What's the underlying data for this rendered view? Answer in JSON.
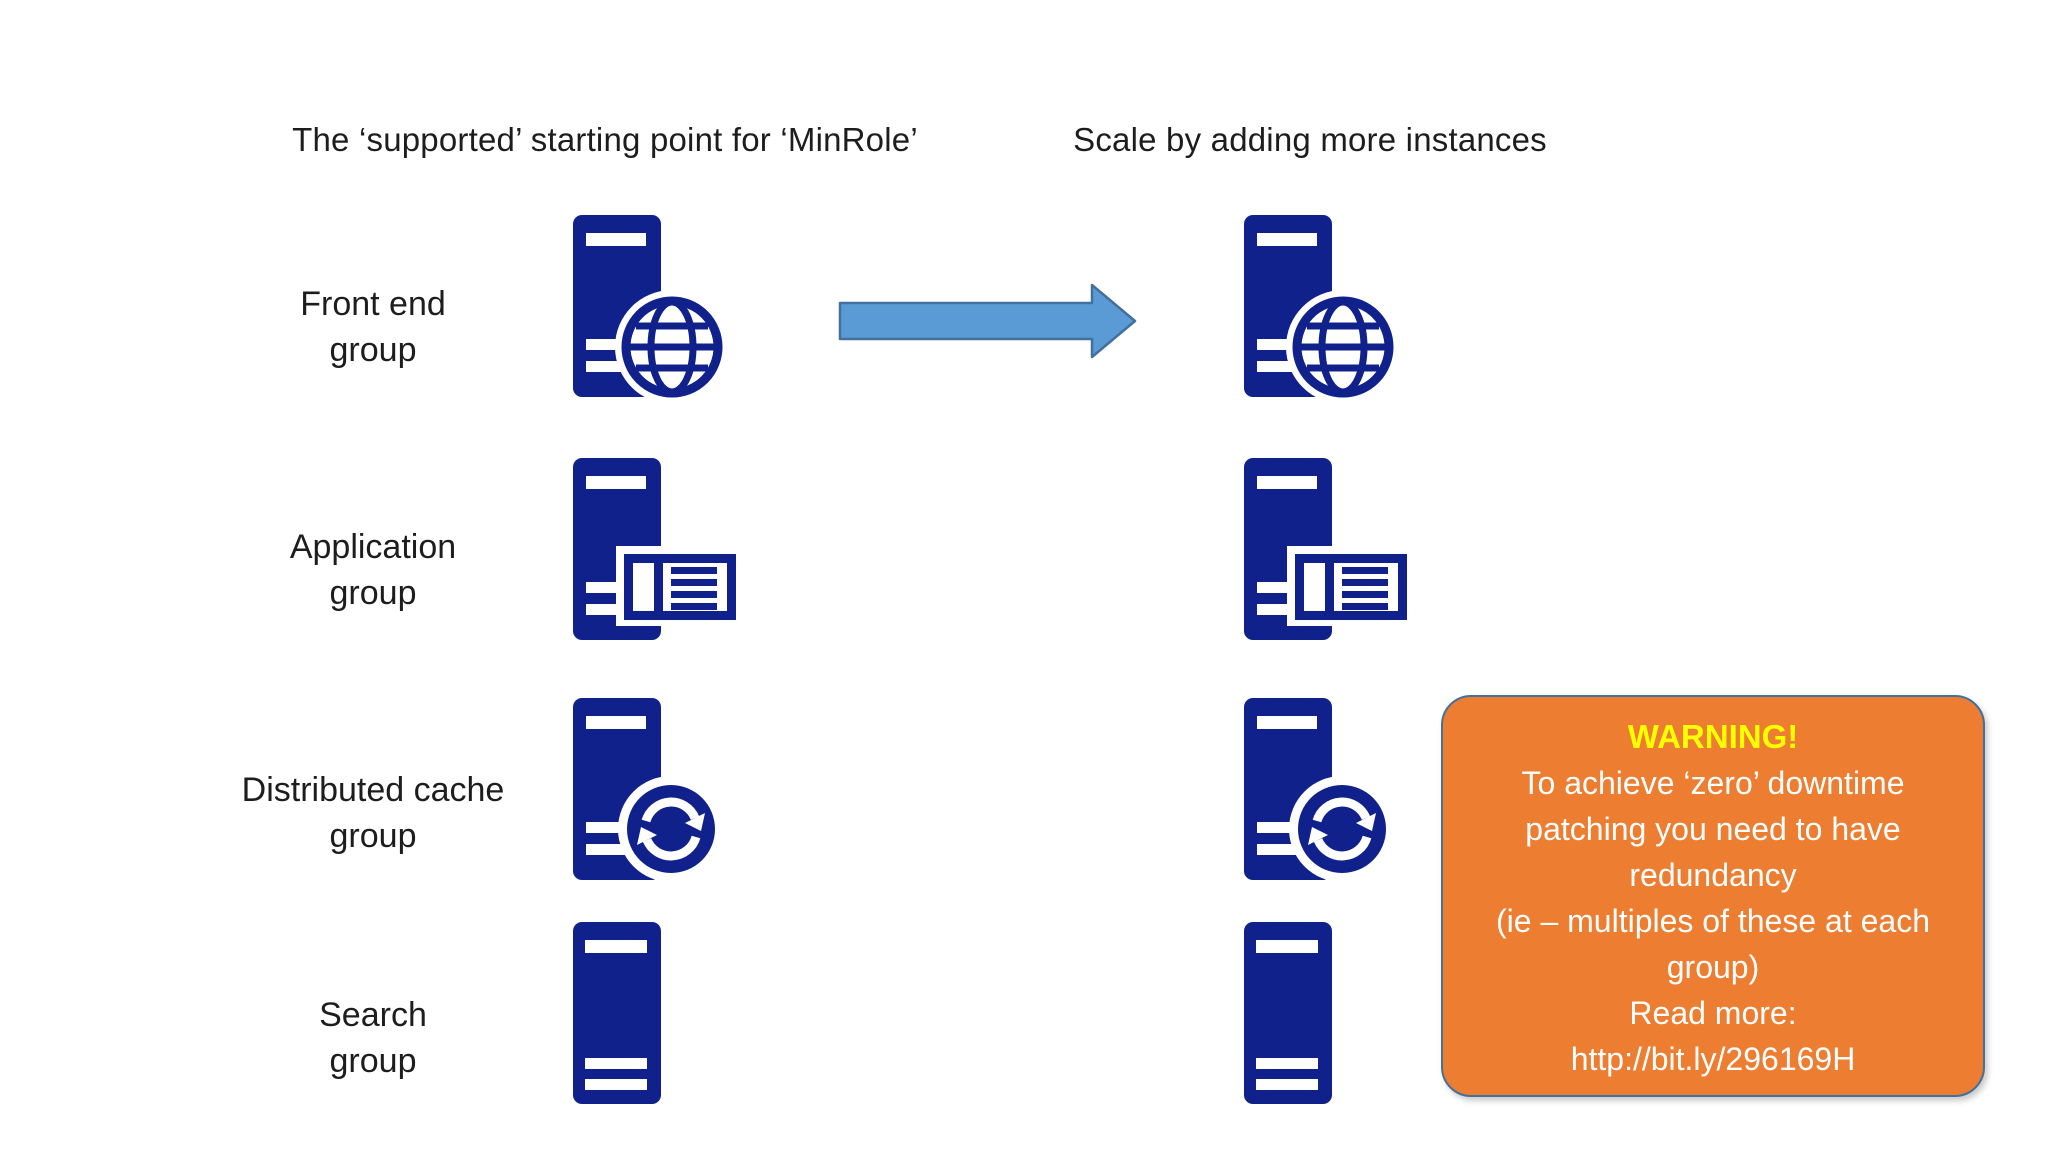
{
  "columns": {
    "left_title": "The ‘supported’ starting point for ‘MinRole’",
    "right_title": "Scale by adding more instances"
  },
  "rows": [
    {
      "label": "Front end\ngroup",
      "icon": "server-web-icon"
    },
    {
      "label": "Application\ngroup",
      "icon": "server-application-icon"
    },
    {
      "label": "Distributed cache\ngroup",
      "icon": "server-cache-sync-icon"
    },
    {
      "label": "Search\ngroup",
      "icon": "server-plain-icon"
    }
  ],
  "arrow": {
    "direction": "right"
  },
  "warning": {
    "title": "WARNING!",
    "lines": [
      "To achieve ‘zero’ downtime",
      "patching you need to have",
      "redundancy",
      "(ie – multiples of these at each",
      "group)",
      "Read more:",
      "http://bit.ly/296169H"
    ]
  },
  "colors": {
    "background": "#FFFFFF",
    "server_blue": "#10218B",
    "arrow_fill": "#5B9BD5",
    "arrow_stroke": "#41719C",
    "warning_bg": "#ED7D31",
    "warning_border": "#41719C",
    "warning_title": "#FFFF00",
    "warning_text": "#FFFFFF",
    "label_text": "#1D1D1D"
  }
}
